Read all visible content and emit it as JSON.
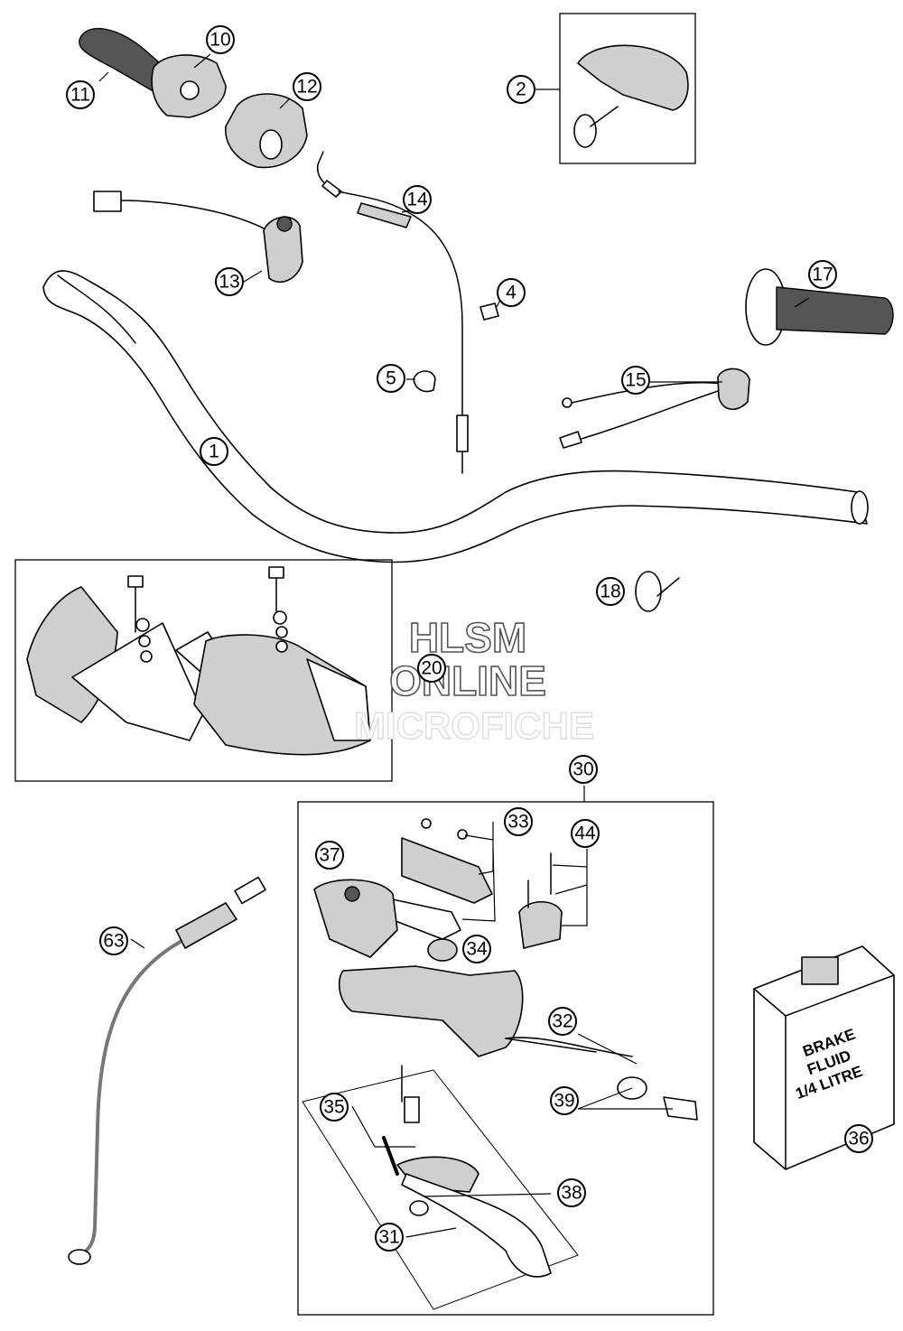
{
  "callouts": [
    {
      "id": "1",
      "label": "1"
    },
    {
      "id": "2",
      "label": "2"
    },
    {
      "id": "4",
      "label": "4"
    },
    {
      "id": "5",
      "label": "5"
    },
    {
      "id": "10",
      "label": "10"
    },
    {
      "id": "11",
      "label": "11"
    },
    {
      "id": "12",
      "label": "12"
    },
    {
      "id": "13",
      "label": "13"
    },
    {
      "id": "14",
      "label": "14"
    },
    {
      "id": "15",
      "label": "15"
    },
    {
      "id": "17",
      "label": "17"
    },
    {
      "id": "18",
      "label": "18"
    },
    {
      "id": "20",
      "label": "20"
    },
    {
      "id": "30",
      "label": "30"
    },
    {
      "id": "31",
      "label": "31"
    },
    {
      "id": "32",
      "label": "32"
    },
    {
      "id": "33",
      "label": "33"
    },
    {
      "id": "34",
      "label": "34"
    },
    {
      "id": "35",
      "label": "35"
    },
    {
      "id": "36",
      "label": "36"
    },
    {
      "id": "37",
      "label": "37"
    },
    {
      "id": "38",
      "label": "38"
    },
    {
      "id": "39",
      "label": "39"
    },
    {
      "id": "44",
      "label": "44"
    },
    {
      "id": "63",
      "label": "63"
    }
  ],
  "brake_fluid_label": {
    "line1": "BRAKE",
    "line2": "FLUID",
    "line3": "1/4 LITRE"
  },
  "watermark": {
    "line1": "HLSM",
    "line2": "ONLINE",
    "line3": "MICROFICHE"
  }
}
